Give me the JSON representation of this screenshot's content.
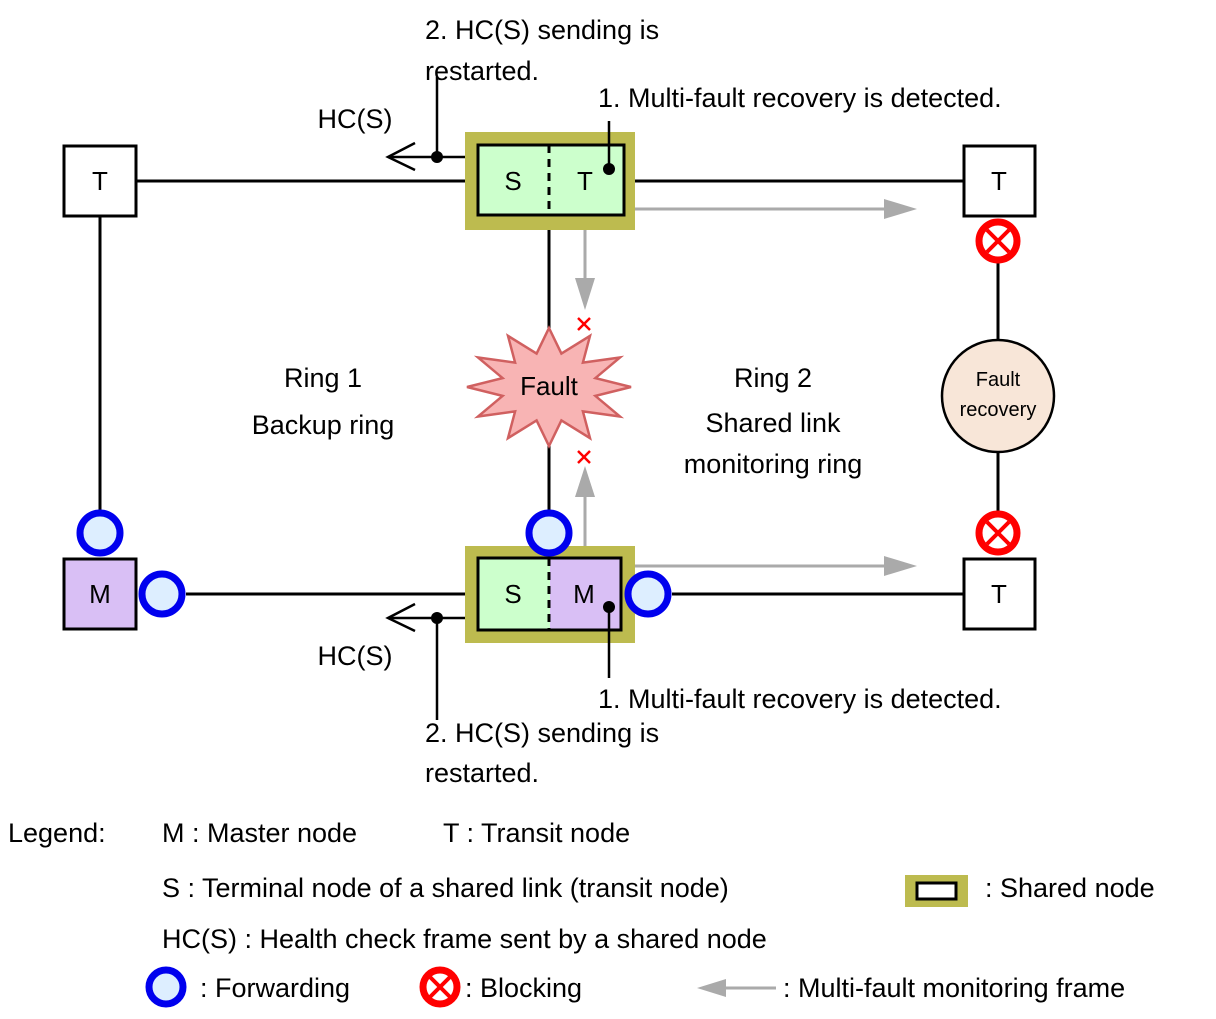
{
  "diagram": {
    "top_annotation_step2": [
      "2. HC(S) sending is",
      "restarted."
    ],
    "top_annotation_step1": "1. Multi-fault recovery is detected.",
    "bottom_annotation_step1": "1. Multi-fault recovery is detected.",
    "bottom_annotation_step2": [
      "2. HC(S) sending is",
      "restarted."
    ],
    "hc_label_top": "HC(S)",
    "hc_label_bottom": "HC(S)",
    "nodes": {
      "top_left": "T",
      "top_right": "T",
      "bottom_left": "M",
      "bottom_right": "T",
      "shared_top_left": "S",
      "shared_top_right": "T",
      "shared_bottom_left": "S",
      "shared_bottom_right": "M"
    },
    "fault_label": "Fault",
    "fault_recovery_label": [
      "Fault",
      "recovery"
    ],
    "ring1": [
      "Ring 1",
      "Backup ring"
    ],
    "ring2": [
      "Ring 2",
      "Shared link",
      "monitoring ring"
    ]
  },
  "legend": {
    "title": "Legend:",
    "master": "M : Master node",
    "transit": "T : Transit node",
    "terminal": "S : Terminal node of a shared link (transit node)",
    "shared_node": ": Shared node",
    "hcs": "HC(S) : Health check frame sent by a shared node",
    "forwarding": ": Forwarding",
    "blocking": ": Blocking",
    "monitoring_frame": ": Multi-fault monitoring frame"
  },
  "colors": {
    "shared_outer": "#bdbb4f",
    "transit_fill": "#ccffcc",
    "master_fill": "#d9bff5",
    "forwarding_ring": "#0000ee",
    "forwarding_fill": "#ddeeff",
    "blocking": "#ff0000",
    "fault_fill": "#f8b4b4",
    "fault_stroke": "#d06060",
    "recovery_fill": "#f8e6d8",
    "monitor_arrow": "#aaaaaa"
  }
}
